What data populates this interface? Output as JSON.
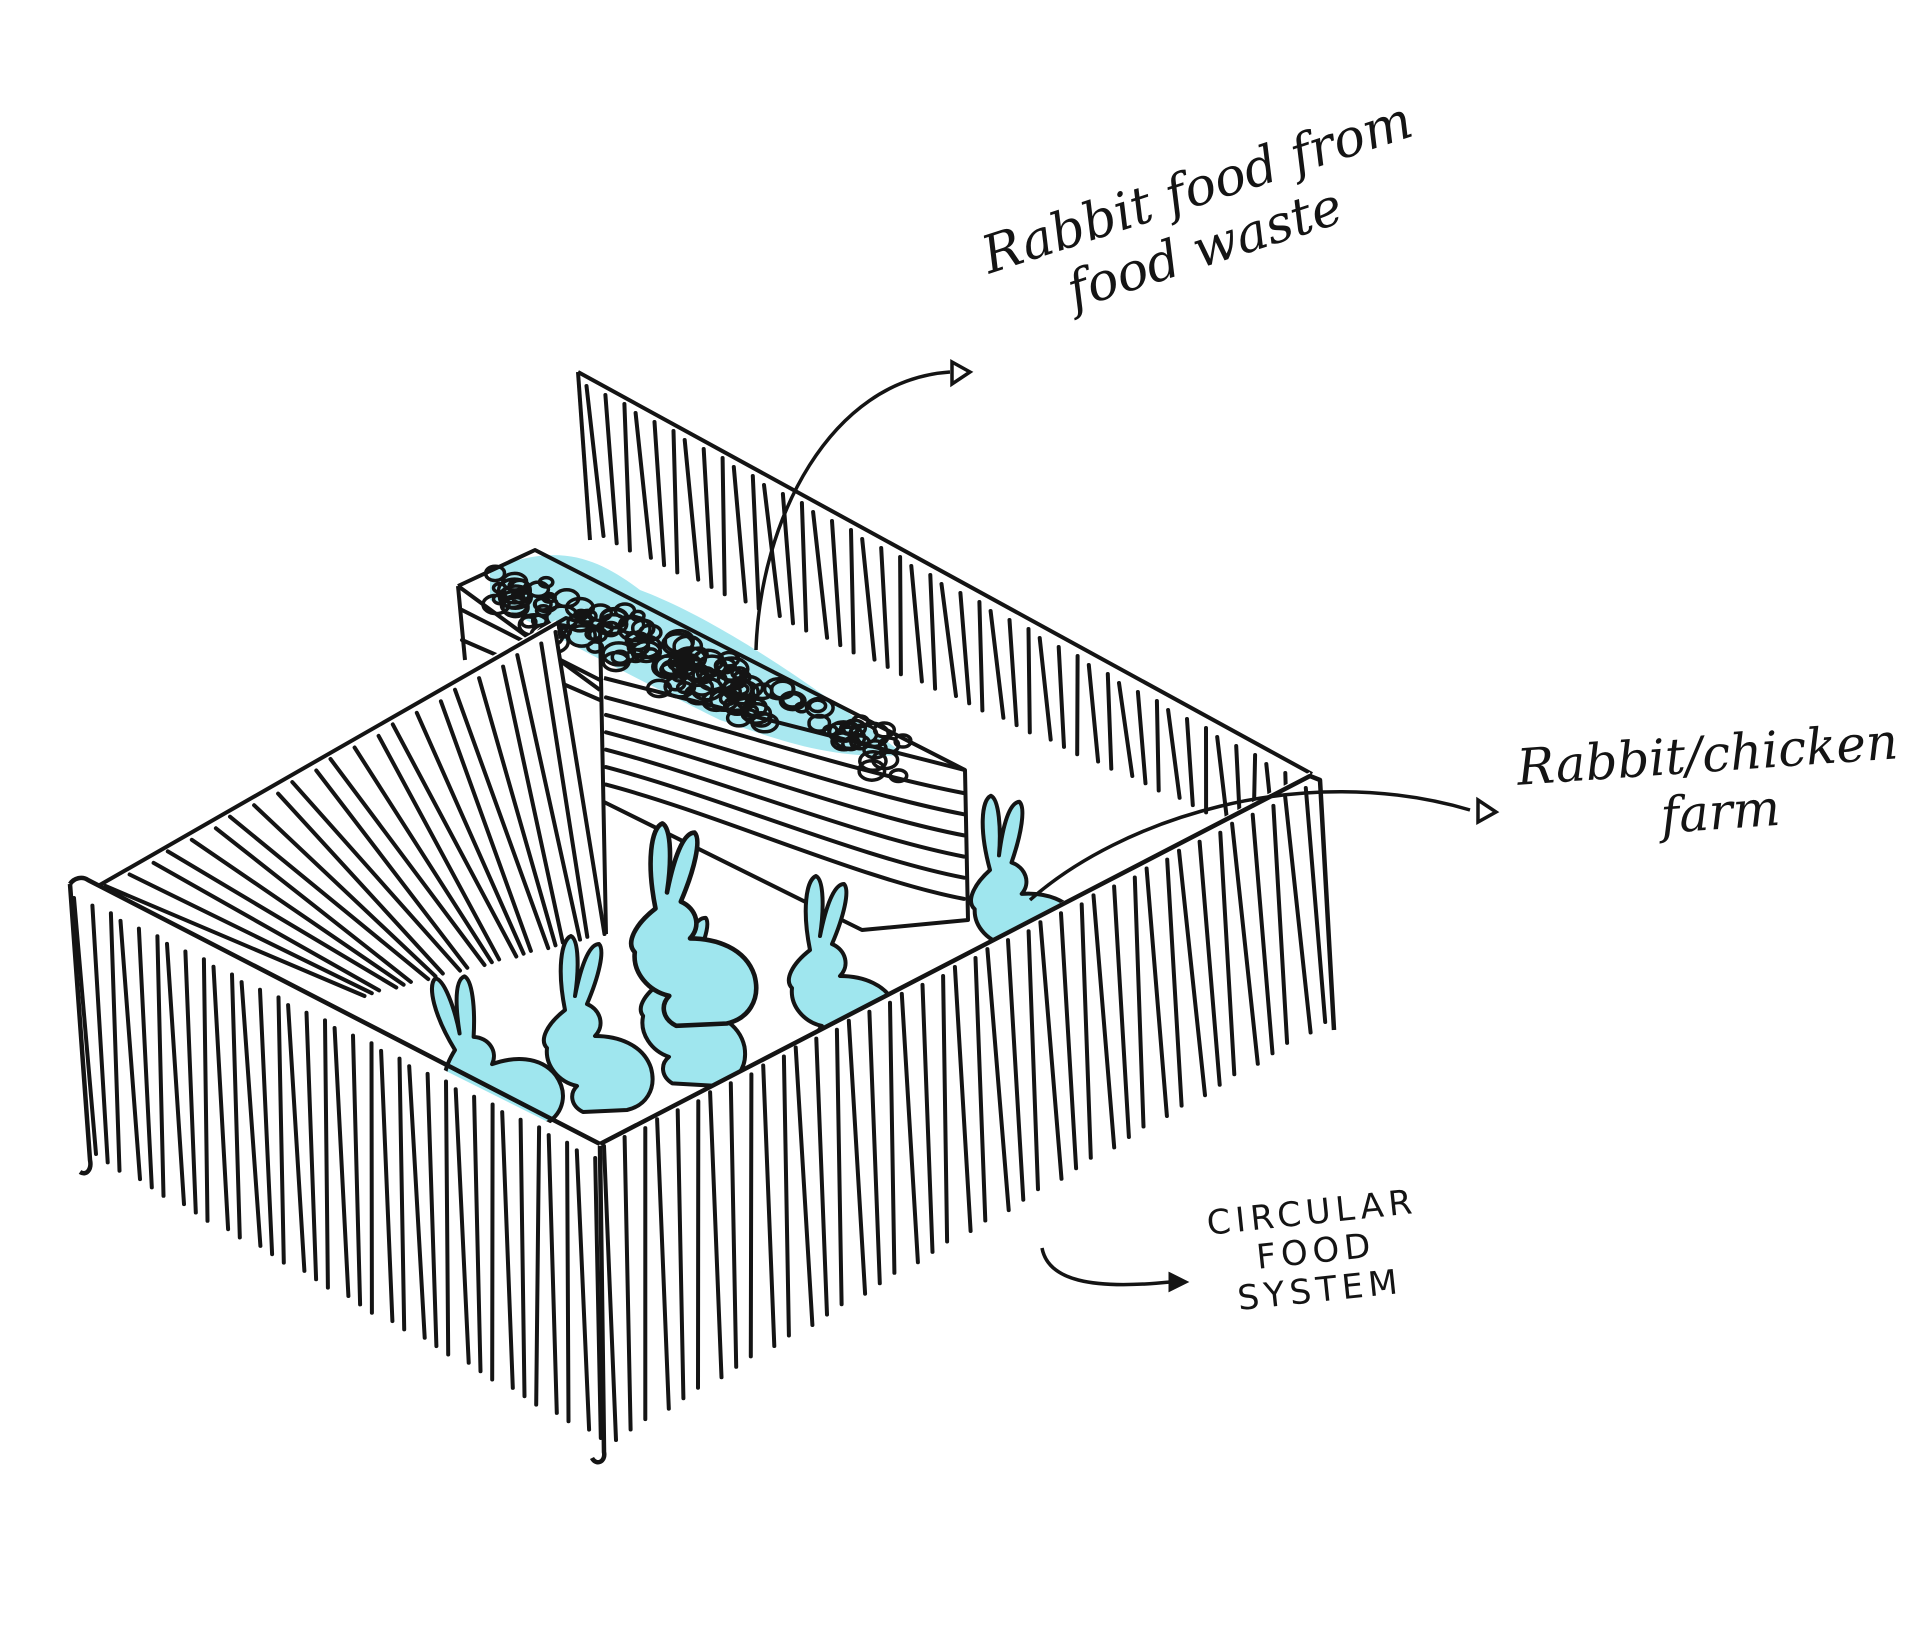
{
  "annotations": {
    "rabbit_food": [
      "Rabbit food from",
      "food waste"
    ],
    "farm": [
      "Rabbit/chicken",
      "farm"
    ],
    "system": [
      "CIRCULAR",
      "FOOD",
      "SYSTEM"
    ]
  },
  "colors": {
    "ink": "#141414",
    "rabbit_fill": "#9fe6ee",
    "feed_fill": "#a9e8f0",
    "paper": "#ffffff"
  },
  "icons": {
    "rabbit": "rabbit-icon",
    "arrow_head": "triangle-arrow-icon"
  }
}
